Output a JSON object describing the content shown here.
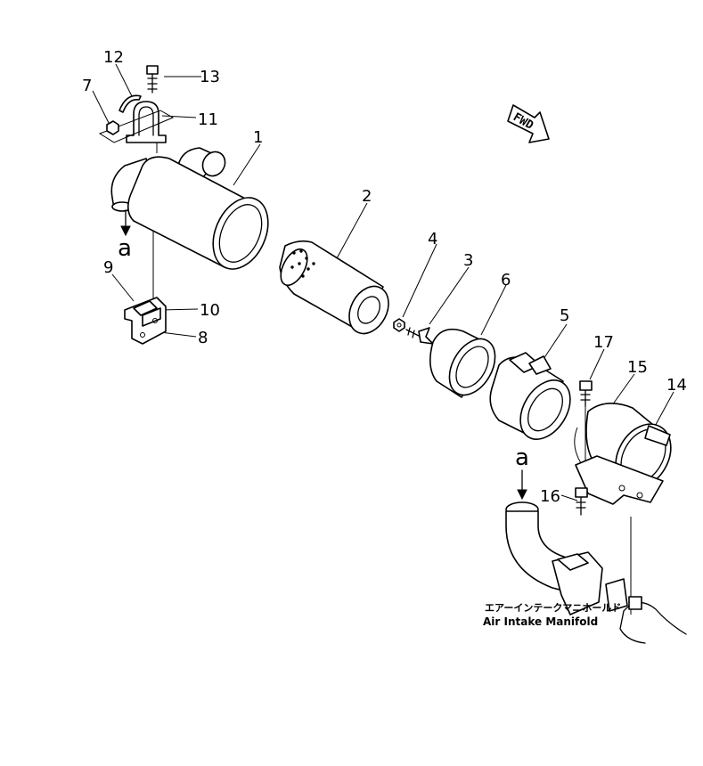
{
  "callouts": [
    "1",
    "2",
    "3",
    "4",
    "5",
    "6",
    "7",
    "8",
    "9",
    "10",
    "11",
    "12",
    "13",
    "14",
    "15",
    "16",
    "17"
  ],
  "ref_letter": "a",
  "fwd_label": "FWD",
  "manifold_label_jp": "エアーインテークマニホールド",
  "manifold_label_en": "Air  Intake  Manifold"
}
